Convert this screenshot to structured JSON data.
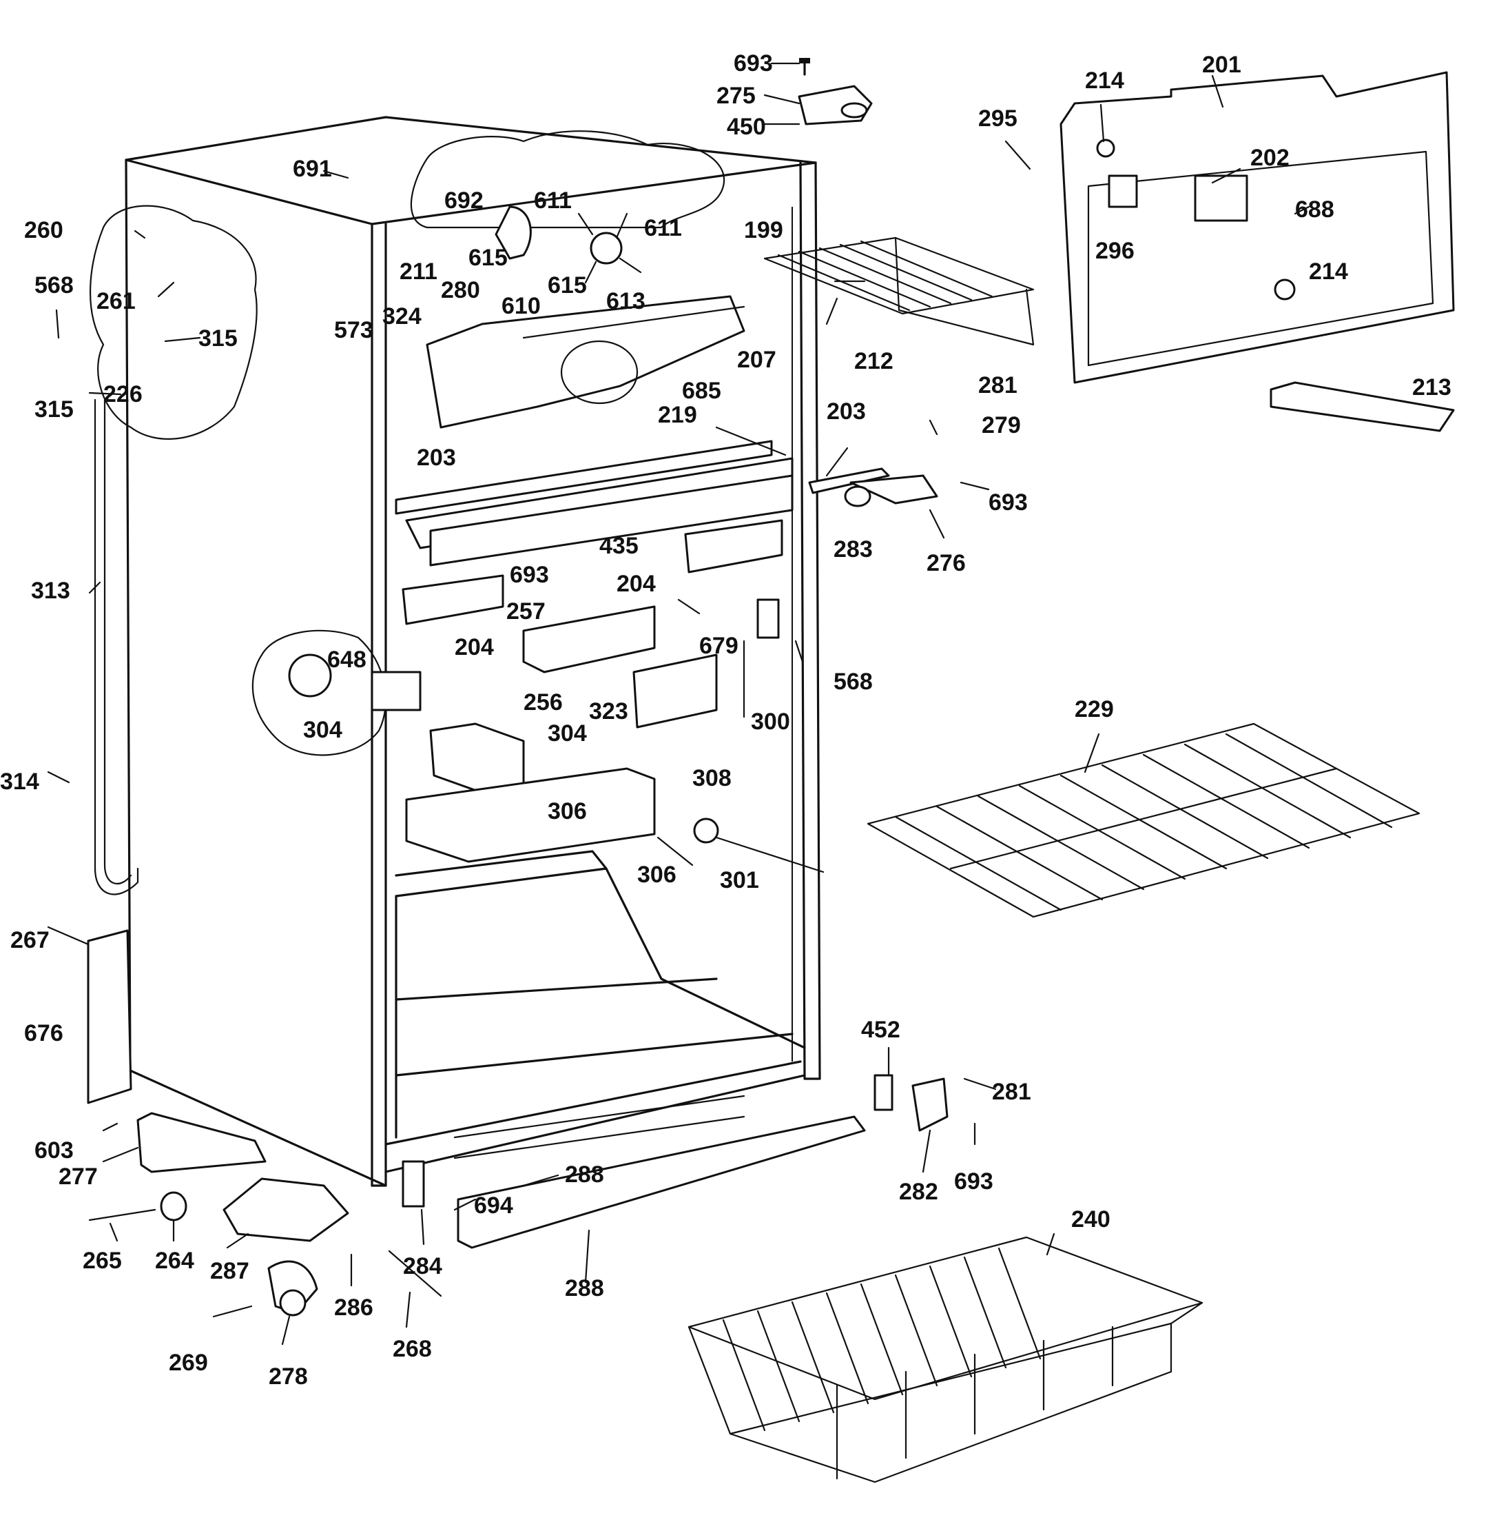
{
  "diagram": {
    "part_labels": [
      "693",
      "275",
      "450",
      "201",
      "214",
      "295",
      "691",
      "692",
      "611",
      "611",
      "199",
      "615",
      "615",
      "610",
      "613",
      "260",
      "261",
      "568",
      "315",
      "315",
      "226",
      "211",
      "280",
      "573",
      "324",
      "202",
      "296",
      "688",
      "214",
      "212",
      "207",
      "685",
      "203",
      "219",
      "203",
      "281",
      "279",
      "213",
      "693",
      "283",
      "276",
      "435",
      "204",
      "693",
      "204",
      "257",
      "679",
      "568",
      "300",
      "648",
      "304",
      "256",
      "323",
      "304",
      "308",
      "229",
      "314",
      "313",
      "306",
      "306",
      "301",
      "267",
      "676",
      "452",
      "281",
      "603",
      "277",
      "693",
      "282",
      "694",
      "288",
      "288",
      "284",
      "265",
      "264",
      "287",
      "286",
      "268",
      "269",
      "278",
      "240"
    ]
  }
}
